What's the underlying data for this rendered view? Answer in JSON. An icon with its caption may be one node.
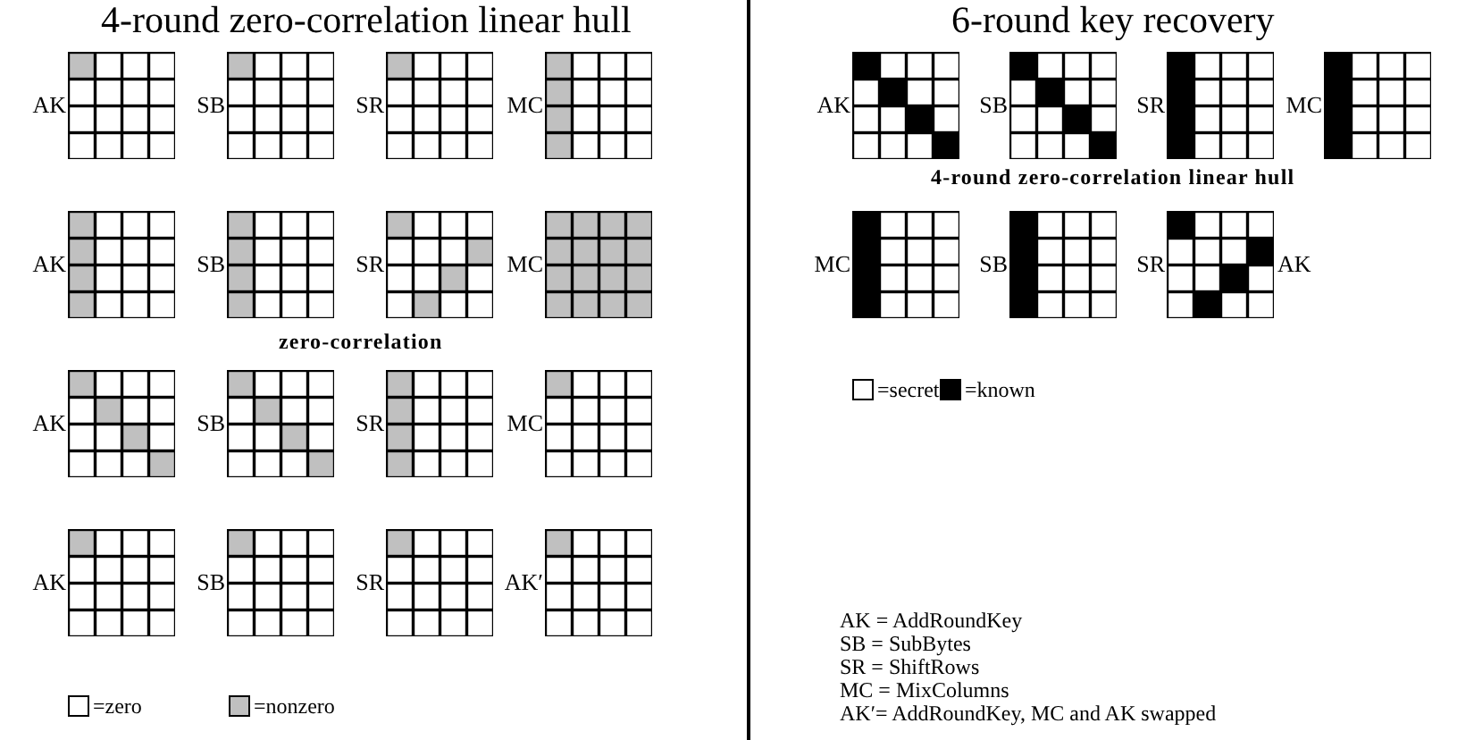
{
  "diagram": {
    "nodes": [
      {
        "text": [],
        "shape": "grid",
        "beside": [
          "AK"
        ]
      },
      {
        "text": [],
        "shape": "grid",
        "beside": [
          "SB"
        ]
      },
      {
        "text": [],
        "shape": "grid",
        "beside": [
          "SR"
        ]
      },
      {
        "text": [],
        "shape": "grid",
        "beside": [
          "MC"
        ]
      },
      {
        "text": [],
        "shape": "grid",
        "beside": [
          "AK"
        ]
      },
      {
        "text": [],
        "shape": "grid",
        "beside": [
          "SB"
        ]
      },
      {
        "text": [],
        "shape": "grid",
        "beside": [
          "SR"
        ]
      },
      {
        "text": [],
        "shape": "grid",
        "beside": [
          "MC"
        ]
      },
      {
        "text": [],
        "shape": "grid",
        "beside": [
          "AK"
        ]
      },
      {
        "text": [],
        "shape": "grid",
        "beside": [
          "SB"
        ]
      },
      {
        "text": [],
        "shape": "grid",
        "beside": [
          "SR"
        ]
      },
      {
        "text": [],
        "shape": "grid",
        "beside": [
          "MC"
        ]
      },
      {
        "text": [],
        "shape": "grid",
        "beside": [
          "AK"
        ]
      },
      {
        "text": [],
        "shape": "grid",
        "beside": [
          "SB"
        ]
      },
      {
        "text": [],
        "shape": "grid",
        "beside": [
          "SR"
        ]
      },
      {
        "text": [],
        "shape": "grid",
        "beside": [
          "AK′"
        ]
      },
      {
        "text": [],
        "shape": "grid",
        "beside": [
          "AK"
        ]
      },
      {
        "text": [],
        "shape": "grid",
        "beside": [
          "SB"
        ]
      },
      {
        "text": [],
        "shape": "grid",
        "beside": [
          "SR"
        ]
      },
      {
        "text": [],
        "shape": "grid",
        "beside": [
          "MC"
        ]
      },
      {
        "text": [],
        "shape": "grid",
        "beside": [
          "MC"
        ]
      },
      {
        "text": [],
        "shape": "grid",
        "beside": [
          "SB"
        ]
      },
      {
        "text": [],
        "shape": "grid",
        "beside": [
          "SR",
          "AK"
        ]
      }
    ],
    "labels": [
      "4-round zero-correlation linear hull",
      "6-round key recovery",
      "zero-correlation",
      "4-round zero-correlation linear hull",
      "AK = AddRoundKey",
      "SB = SubBytes",
      "SR = ShiftRows",
      "MC = MixColumns",
      "AK′= AddRoundKey, MC and AK swapped"
    ],
    "legend": [
      {
        "text": "=zero",
        "color": "#ffffff"
      },
      {
        "text": "=nonzero",
        "color": "#c0c0c0"
      },
      {
        "text": "=secret",
        "color": "#ffffff"
      },
      {
        "text": "=known",
        "color": "#000000"
      }
    ]
  }
}
